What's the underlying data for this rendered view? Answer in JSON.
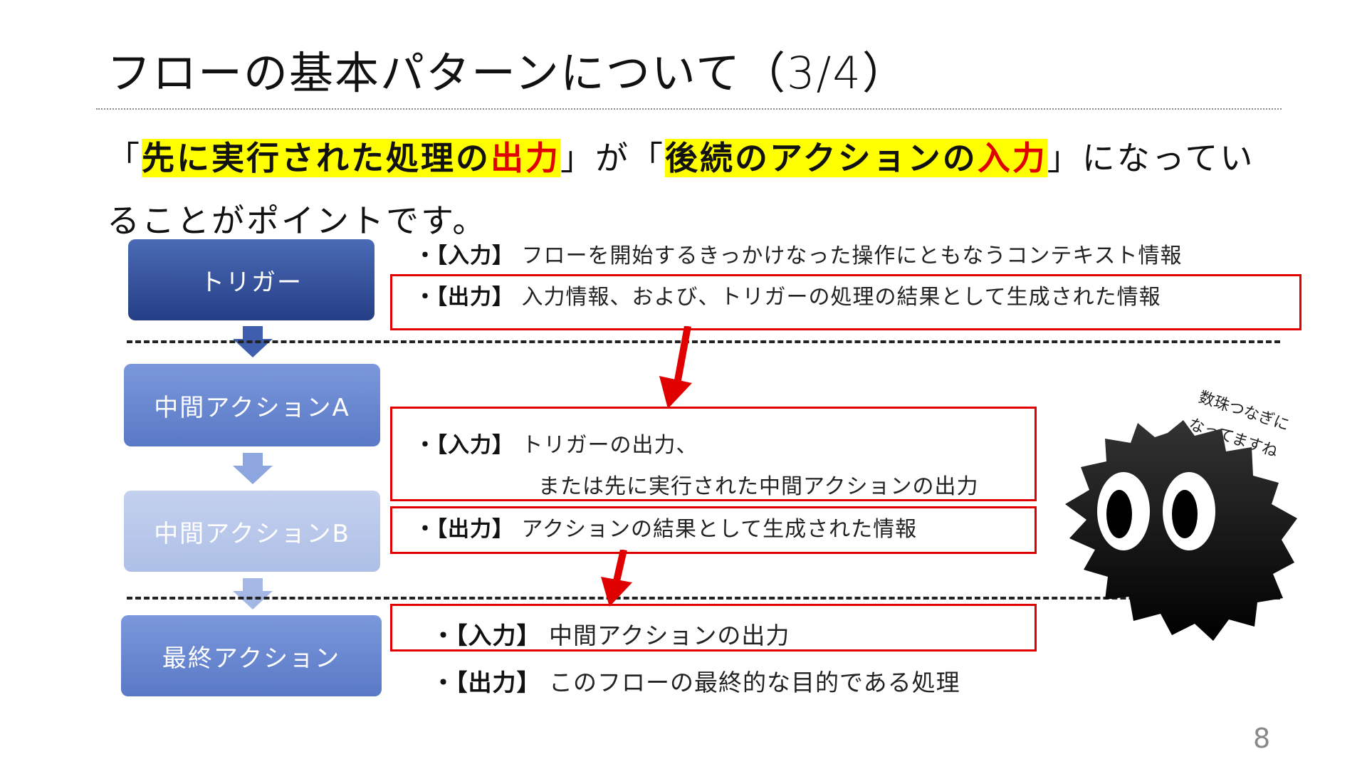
{
  "slide": {
    "title": "フローの基本パターンについて（3/4）",
    "lead": {
      "p1": "「",
      "p2": "先に実行された処理の",
      "p3": "出力",
      "p4": "」が「",
      "p5": "後続のアクションの",
      "p6": "入力",
      "p7": "」になってい",
      "p8": "ることがポイントです。"
    },
    "steps": [
      "トリガー",
      "中間アクションA",
      "中間アクションB",
      "最終アクション"
    ],
    "trigger": {
      "input_tag": "・【入力】",
      "input_text": "フローを開始するきっかけなった操作にともなうコンテキスト情報",
      "output_tag": "・【出力】",
      "output_text": "入力情報、および、トリガーの処理の結果として生成された情報"
    },
    "middle": {
      "input_tag": "・【入力】",
      "input_text1": "トリガーの出力、",
      "input_text2": "または先に実行された中間アクションの出力",
      "output_tag": "・【出力】",
      "output_text": "アクションの結果として生成された情報"
    },
    "final": {
      "input_tag": "・【入力】",
      "input_text": "中間アクションの出力",
      "output_tag": "・【出力】",
      "output_text": "このフローの最終的な目的である処理"
    },
    "character_speech": [
      "数珠つなぎに",
      "なってますね"
    ],
    "page_number": "8"
  },
  "colors": {
    "highlight": "#ffff00",
    "accent_red": "#e00000",
    "trigger_blue": "#253f86",
    "action_blue": "#5a79c6",
    "light_blue": "#aebfe6"
  }
}
